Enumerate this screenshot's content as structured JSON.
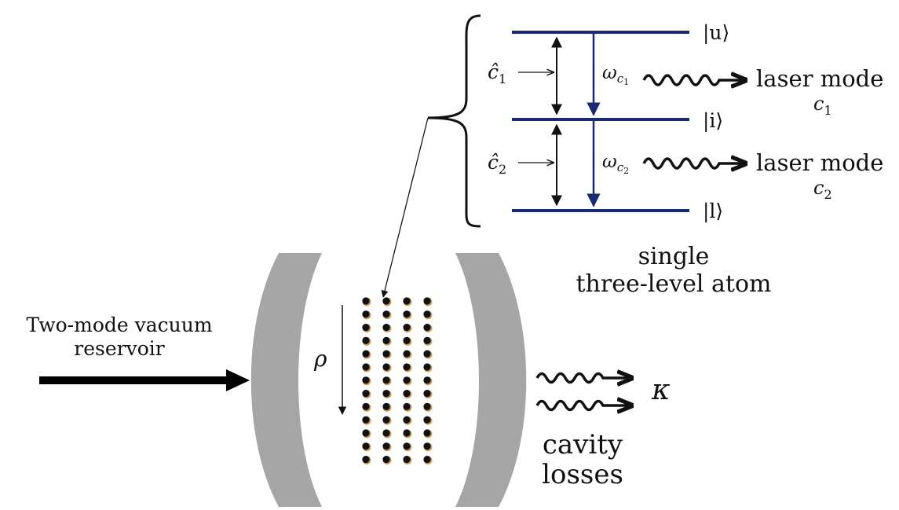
{
  "levels": {
    "upper": "|u⟩",
    "intermediate": "|i⟩",
    "lower": "|l⟩"
  },
  "operators": {
    "c1": "ĉ",
    "c1_sub": "1",
    "c2": "ĉ",
    "c2_sub": "2"
  },
  "frequencies": {
    "omega": "ω",
    "omega_c1_sub": "c",
    "omega_c1_subsub": "1",
    "omega_c2_sub": "c",
    "omega_c2_subsub": "2"
  },
  "laser_modes": {
    "label": "laser mode",
    "mode1_c": "c",
    "mode1_sub": "1",
    "mode2_c": "c",
    "mode2_sub": "2"
  },
  "atom": {
    "line1": "single",
    "line2": "three-level atom"
  },
  "reservoir": {
    "line1": "Two-mode vacuum",
    "line2": "reservoir"
  },
  "cavity": {
    "density": "ρ",
    "decay": "κ",
    "losses_line1": "cavity",
    "losses_line2": "losses"
  },
  "colors": {
    "level_lines": "#1a2a6e",
    "transition_arrow": "#1a2a6e",
    "mirror": "#a6a6a6",
    "atoms": "#111111",
    "atom_halo": "#c89a5a"
  },
  "atom_array": {
    "columns": 4,
    "rows": 13
  }
}
